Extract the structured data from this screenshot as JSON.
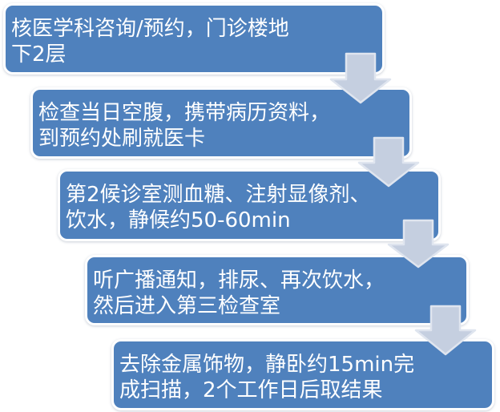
{
  "colors": {
    "box_fill": "#4F81BD",
    "box_border": "#FFFFFF",
    "arrow_fill": "#C5CFE0",
    "arrow_border": "#DFE5EF",
    "text_color": "#FFFFFF",
    "page_bg": "#FFFFFF"
  },
  "flowchart": {
    "type": "vertical-staircase-process",
    "connector_icon": "down-arrow",
    "steps": [
      {
        "lines": [
          "核医学科咨询/预约，门诊楼地",
          "下2层"
        ],
        "full_text": "核医学科咨询/预约，门诊楼地下2层"
      },
      {
        "lines": [
          "检查当日空腹，携带病历资料，",
          "到预约处刷就医卡"
        ],
        "full_text": "检查当日空腹，携带病历资料，到预约处刷就医卡"
      },
      {
        "lines": [
          "第2候诊室测血糖、注射显像剂、",
          "饮水，静候约50-60min"
        ],
        "full_text": "第2候诊室测血糖、注射显像剂、饮水，静候约50-60min"
      },
      {
        "lines": [
          "听广播通知，排尿、再次饮水，",
          "然后进入第三检查室"
        ],
        "full_text": "听广播通知，排尿、再次饮水，然后进入第三检查室"
      },
      {
        "lines": [
          "去除金属饰物，静卧约15min完",
          "成扫描，2个工作日后取结果"
        ],
        "full_text": "去除金属饰物，静卧约15min完成扫描，2个工作日后取结果"
      }
    ]
  }
}
